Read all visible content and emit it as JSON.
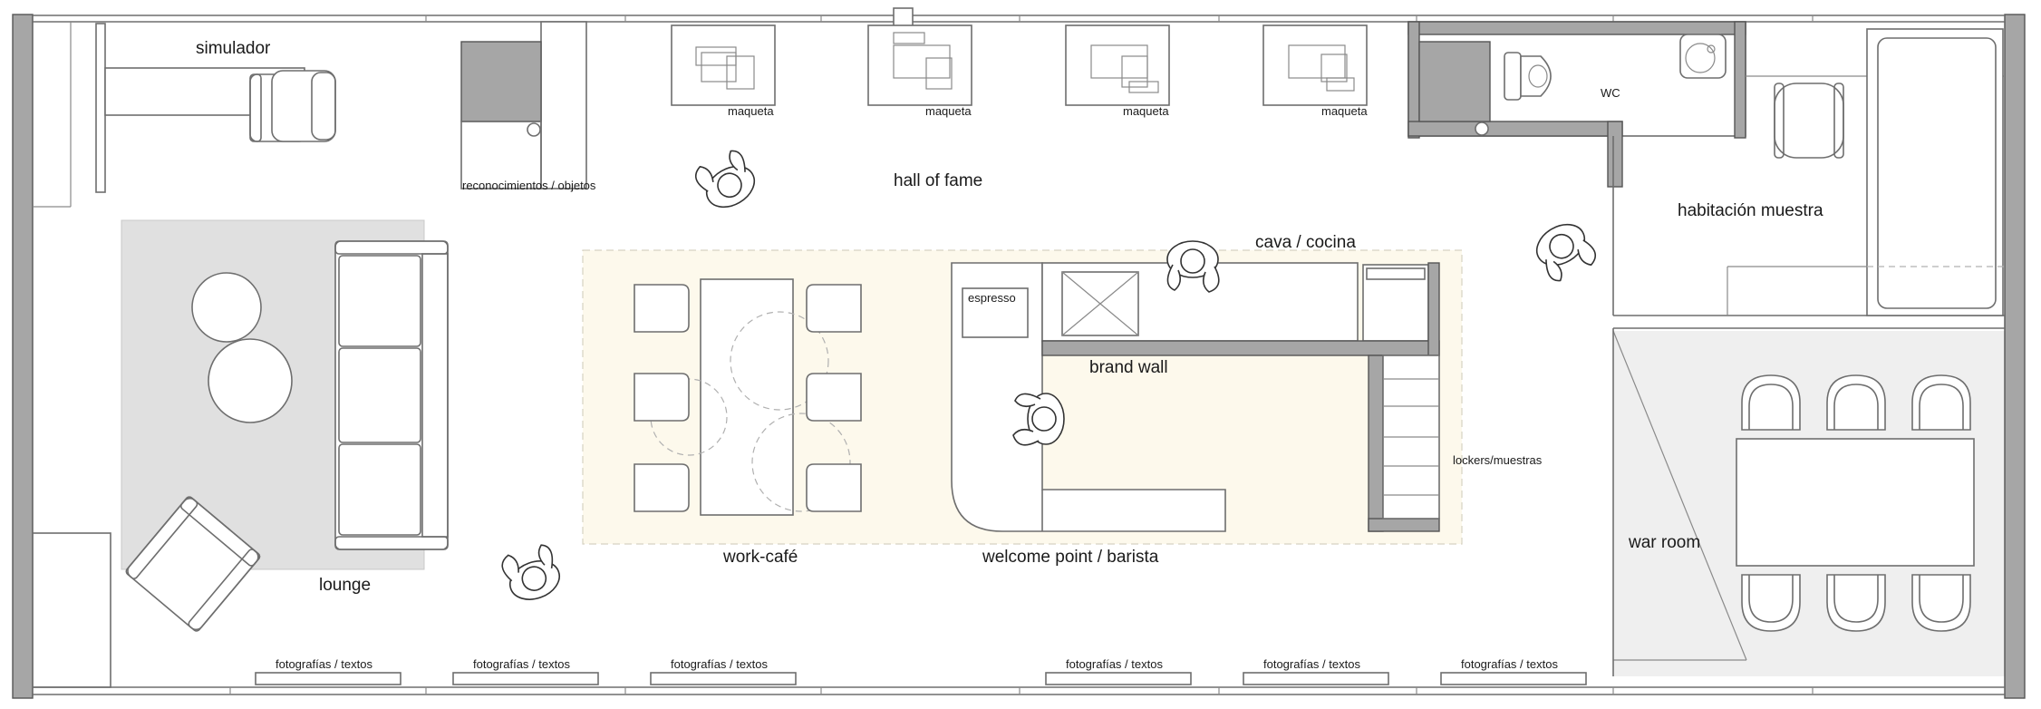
{
  "labels": {
    "simulador": "simulador",
    "reconocimientos": "reconocimientos / objetos",
    "maqueta": "maqueta",
    "hall_of_fame": "hall of fame",
    "wc": "WC",
    "habitacion": "habitación muestra",
    "cava": "cava / cocina",
    "espresso": "espresso",
    "brand_wall": "brand wall",
    "lockers": "lockers/muestras",
    "work_cafe": "work-café",
    "welcome": "welcome point / barista",
    "lounge": "lounge",
    "war_room": "war room",
    "fotografias": "fotografías / textos"
  },
  "colors": {
    "wall_fill": "#a6a6a6",
    "lounge_rug": "#e0e0e0",
    "cafe_zone": "#fdf9ec",
    "war_room_floor": "#efefef",
    "lines": "#6e6e6e"
  }
}
